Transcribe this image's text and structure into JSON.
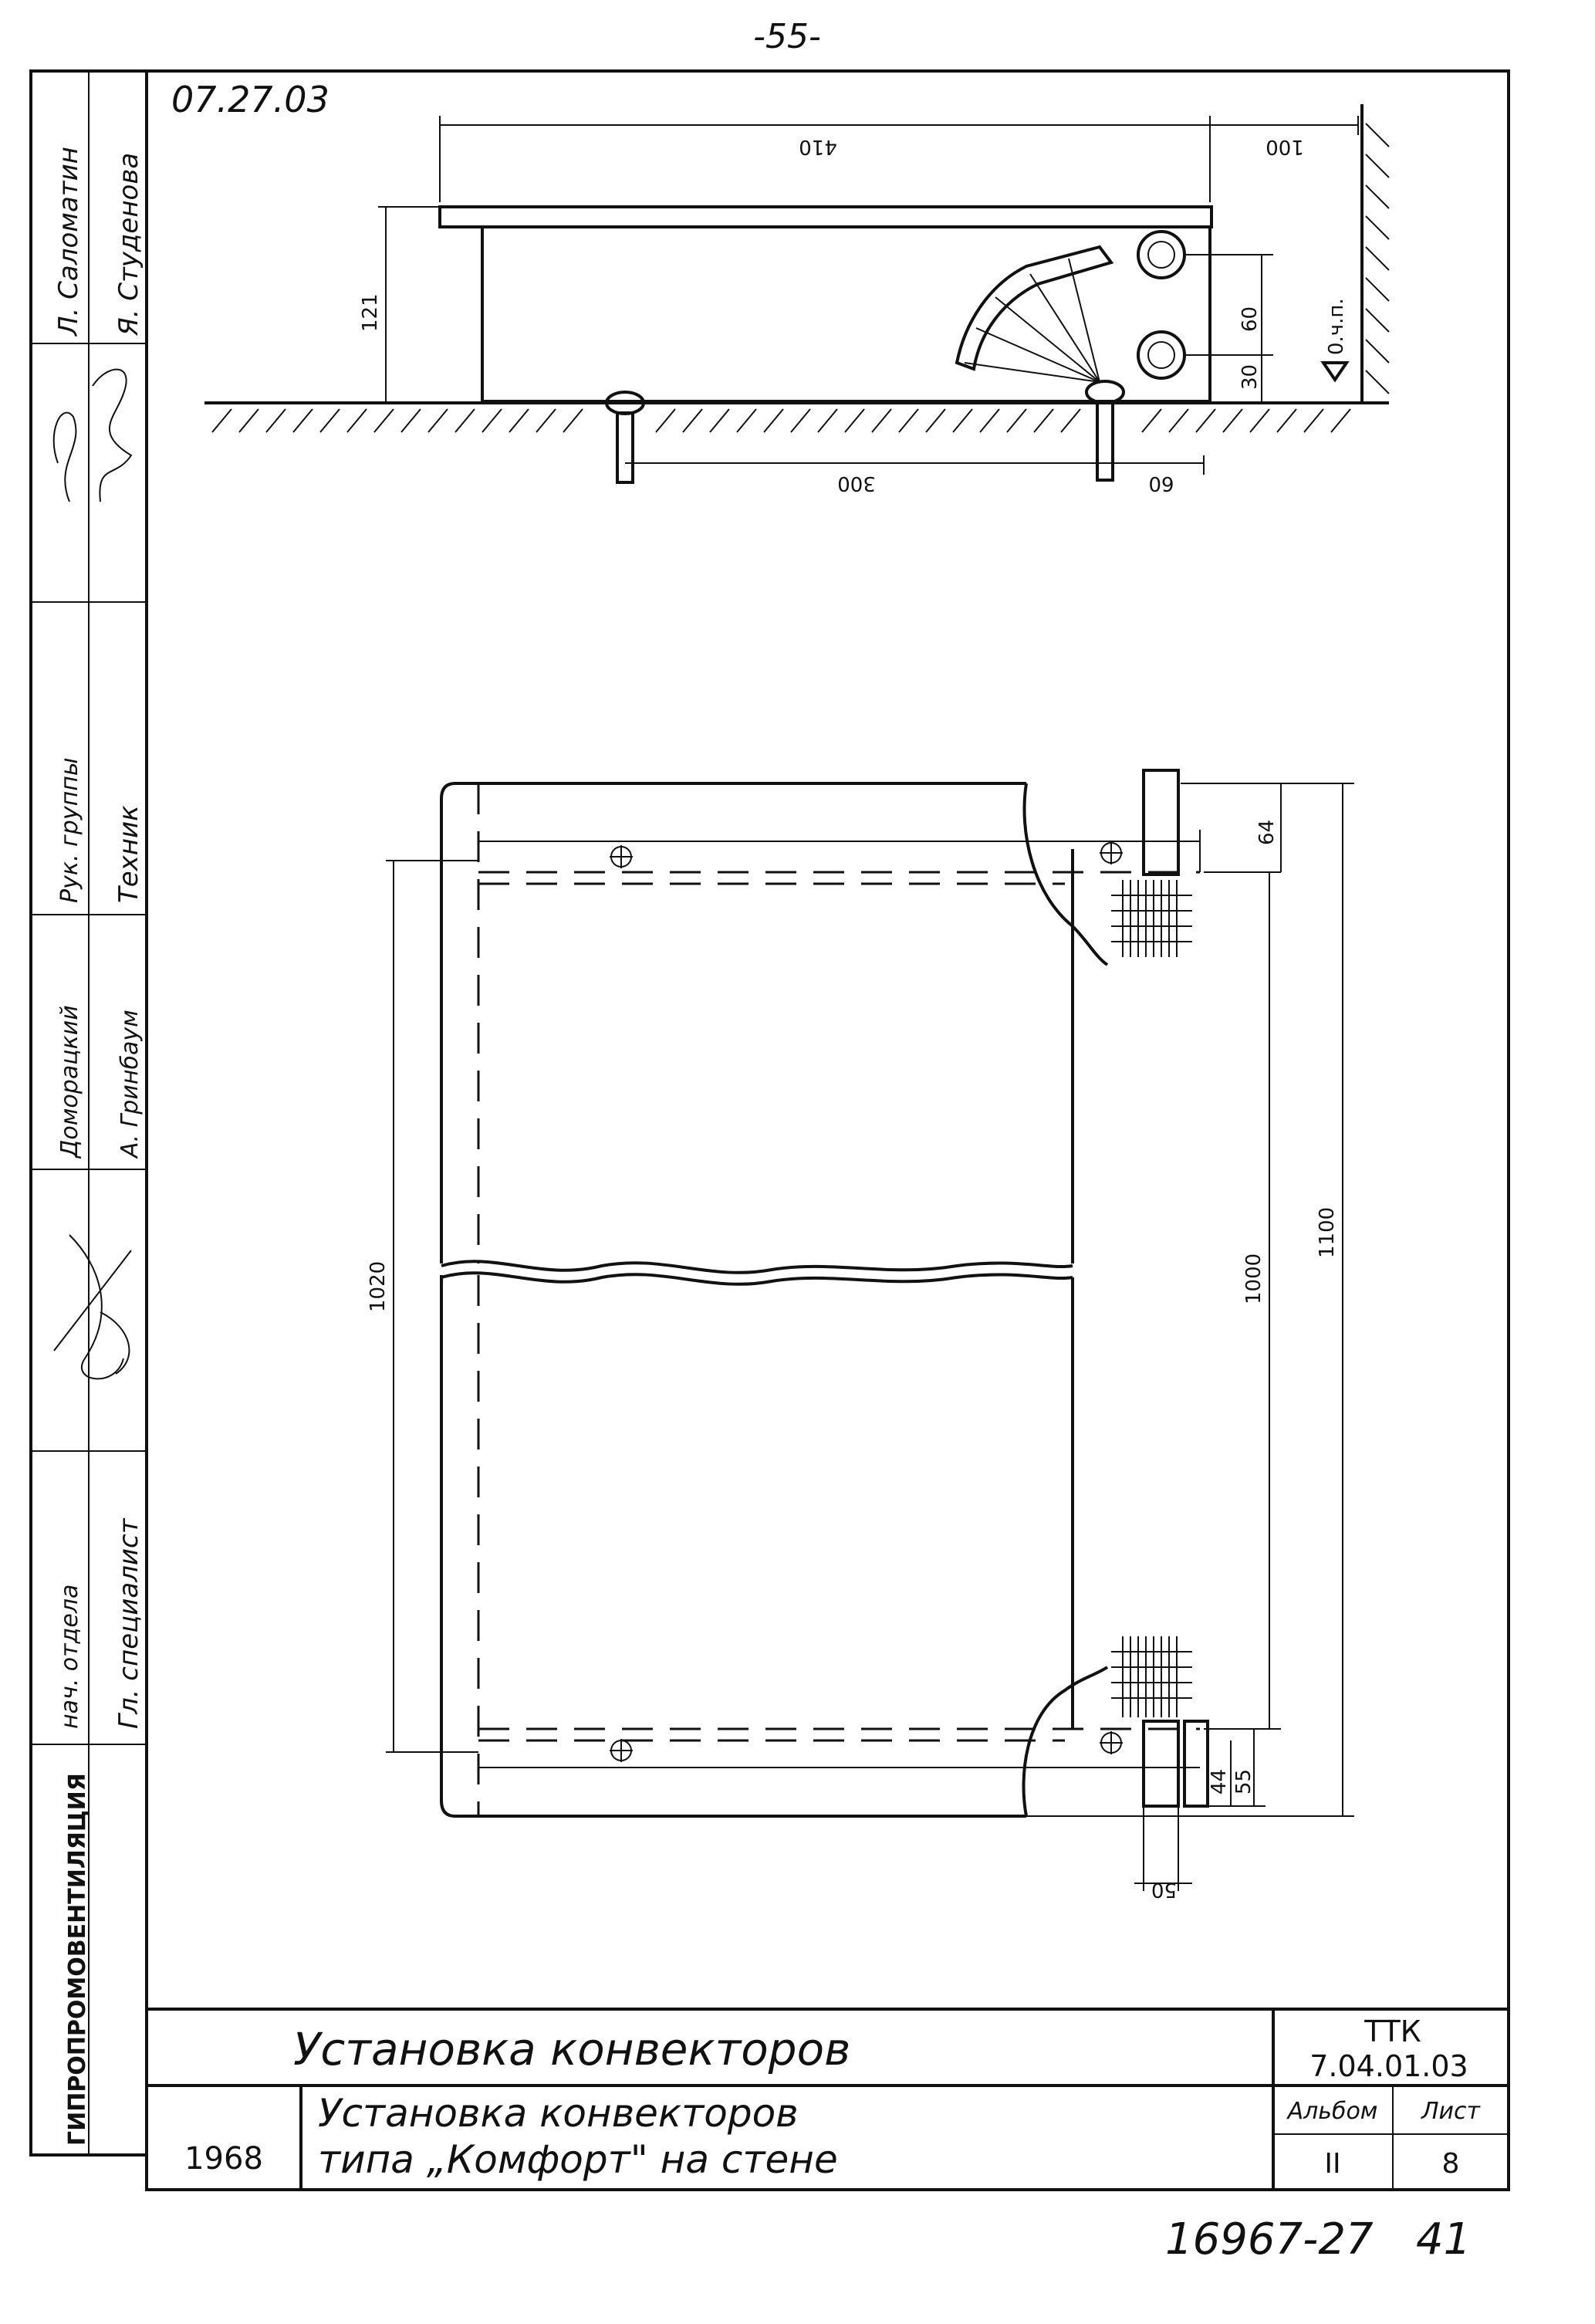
{
  "page_number": "-55-",
  "drawing_code": "07.27.03",
  "side_stamp": {
    "cell_1": "Л. Саломатин",
    "cell_2": "Я. Студенова",
    "cell_3": "Рук. группы",
    "cell_4": "Техник",
    "cell_5": "Доморацкий",
    "cell_6": "А. Гринбаум",
    "cell_7": "Гл. специалист",
    "cell_8": "нач. отдела",
    "cell_9": "ГИПРОПРОМОВЕНТИЛЯЦИЯ"
  },
  "section_view": {
    "dim_top_width": "410",
    "dim_top_offset": "100",
    "dim_height": "121",
    "dim_pipe_spacing": "60",
    "dim_pipe_bottom": "30",
    "level_mark": "0.ч.п.",
    "dim_bracket_spacing": "300",
    "dim_bracket_offset": "60"
  },
  "plan_view": {
    "dim_inner": "1020",
    "dim_fins": "1000",
    "dim_overall": "1100",
    "dim_top_pipe": "64",
    "dim_bottom_1": "44",
    "dim_bottom_2": "55",
    "dim_pipe_width": "50"
  },
  "title_block": {
    "main_title": "Установка конвекторов",
    "code_top": "ТТК",
    "code": "7.04.01.03",
    "year": "1968",
    "subtitle_line1": "Установка конвекторов",
    "subtitle_line2": "типа „Комфорт\" на стене",
    "album_label": "Альбом",
    "sheet_label": "Лист",
    "album_value": "II",
    "sheet_value": "8"
  },
  "footer_handwritten": {
    "registration": "16967-27",
    "sheet_ref": "41"
  }
}
